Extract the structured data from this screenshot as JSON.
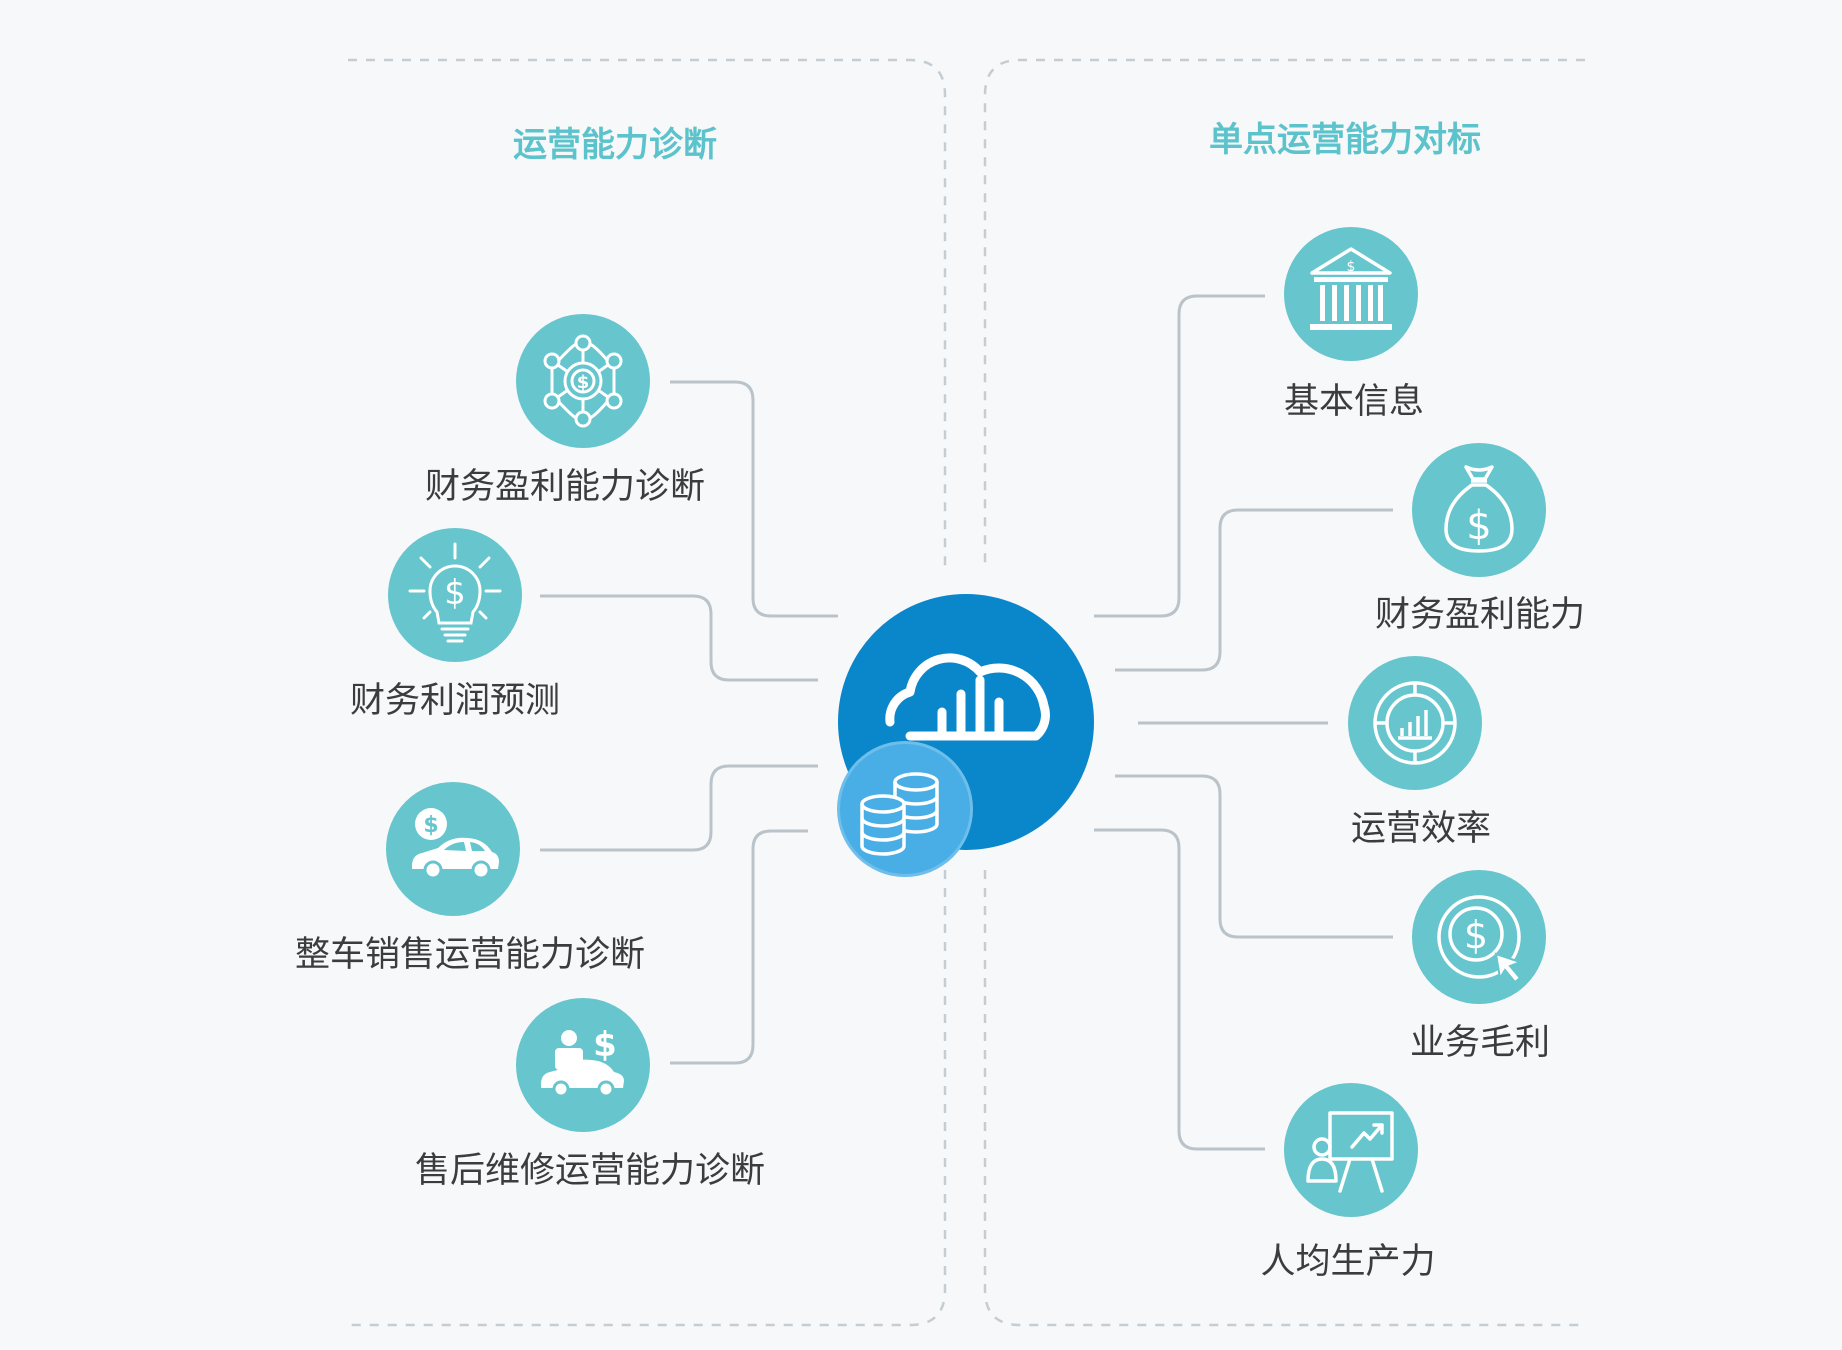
{
  "left_section": {
    "title": "运营能力诊断",
    "items": [
      {
        "label": "财务盈利能力诊断",
        "icon": "network-dollar-icon"
      },
      {
        "label": "财务利润预测",
        "icon": "lightbulb-dollar-icon"
      },
      {
        "label": "整车销售运营能力诊断",
        "icon": "car-dollar-icon"
      },
      {
        "label": "售后维修运营能力诊断",
        "icon": "car-service-dollar-icon"
      }
    ]
  },
  "right_section": {
    "title": "单点运营能力对标",
    "items": [
      {
        "label": "基本信息",
        "icon": "bank-icon"
      },
      {
        "label": "财务盈利能力",
        "icon": "money-bag-icon"
      },
      {
        "label": "运营效率",
        "icon": "chart-gauge-icon"
      },
      {
        "label": "业务毛利",
        "icon": "coin-cursor-icon"
      },
      {
        "label": "人均生产力",
        "icon": "presentation-growth-icon"
      }
    ]
  },
  "center": {
    "icon": "cloud-chart-icon",
    "badge_icon": "database-icon"
  },
  "colors": {
    "accent": "#5cc3cc",
    "node": "#67c5cd",
    "hub": "#0a86cb",
    "hub_badge": "#4aaee6",
    "connector": "#b9c3c9",
    "dash": "#c4cdd3"
  }
}
